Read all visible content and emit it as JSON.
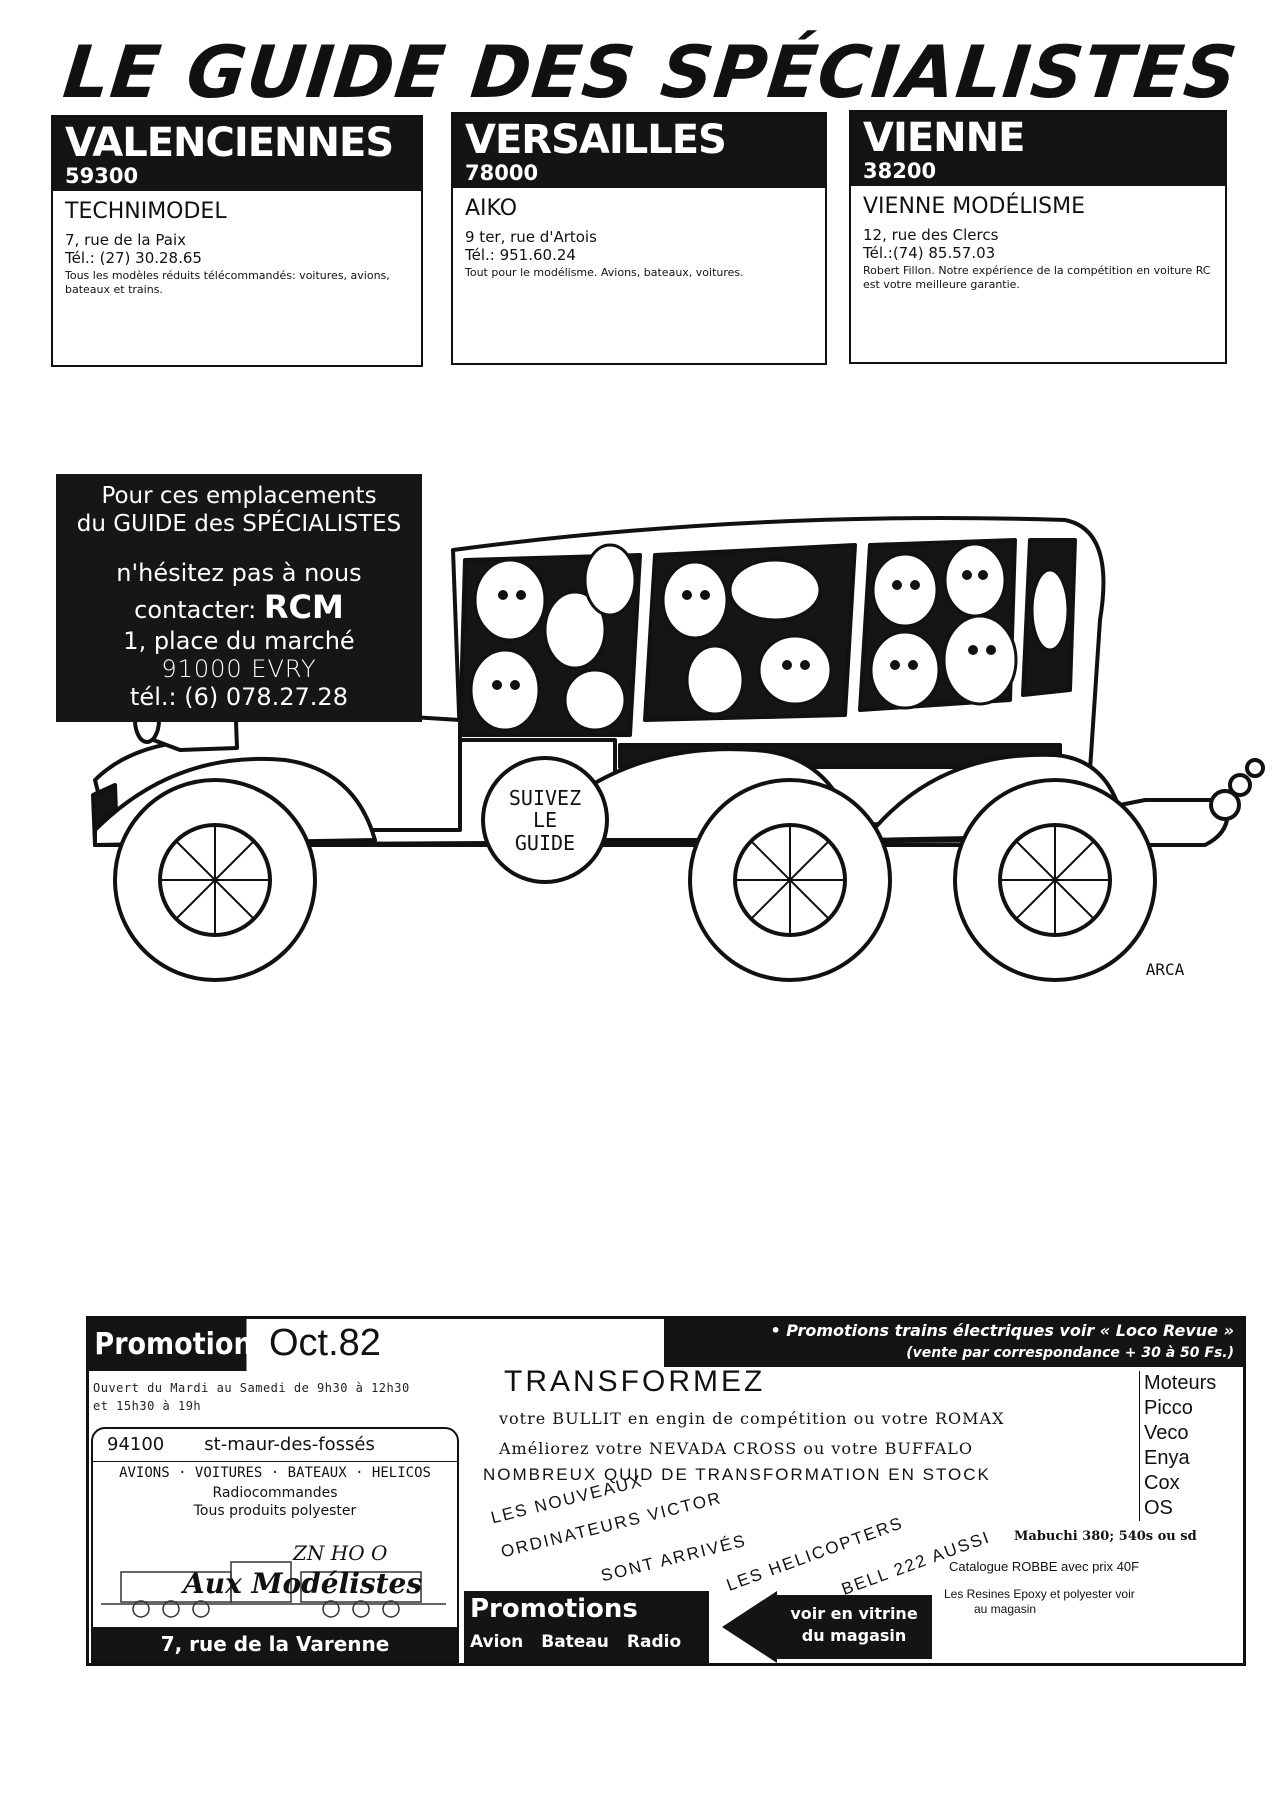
{
  "header": {
    "title": "LE GUIDE DES SPÉCIALISTES"
  },
  "cities": [
    {
      "city": "VALENCIENNES",
      "postcode": "59300",
      "shop": "TECHNIMODEL",
      "address": "7, rue de la Paix",
      "phone": "Tél.: (27) 30.28.65",
      "description": "Tous les modèles réduits télécommandés: voitures, avions, bateaux et trains."
    },
    {
      "city": "VERSAILLES",
      "postcode": "78000",
      "shop": "AIKO",
      "address": "9 ter, rue d'Artois",
      "phone": "Tél.: 951.60.24",
      "description": "Tout pour le modélisme. Avions, bateaux, voitures."
    },
    {
      "city": "VIENNE",
      "postcode": "38200",
      "shop": "VIENNE MODÉLISME",
      "address": "12, rue des Clercs",
      "phone": "Tél.:(74) 85.57.03",
      "description": "Robert Fillon. Notre expérience de la compétition en voiture RC est votre meilleure garantie."
    }
  ],
  "contact": {
    "line1": "Pour ces emplacements",
    "line2": "du GUIDE des SPÉCIALISTES",
    "line3": "n'hésitez pas à nous",
    "line4_prefix": "contacter:",
    "line4_brand": "RCM",
    "line5": "1, place du marché",
    "line6": "91000 EVRY",
    "line7": "tél.: (6) 078.27.28"
  },
  "illustration": {
    "sign_line1": "SUIVEZ",
    "sign_line2": "LE",
    "sign_line3": "GUIDE",
    "signature": "ARCA"
  },
  "promo": {
    "promotions_label": "Promotions",
    "date": "Oct.82",
    "trains_line1": "• Promotions trains électriques voir « Loco Revue »",
    "trains_line2": "(vente par correspondance + 30 à 50 Fs.)",
    "hours_line1": "Ouvert du Mardi au Samedi de 9h30 à 12h30",
    "hours_line2": "et 15h30 à 19h",
    "postcode": "94100",
    "town": "st-maur-des-fossés",
    "categories": "AVIONS · VOITURES · BATEAUX · HELICOS",
    "radio": "Radiocommandes",
    "polyester": "Tous produits polyester",
    "handwritten": "ZN HO O",
    "shop_name": "Aux Modélistes",
    "address": "7, rue de la Varenne",
    "transformez": "TRANSFORMEZ",
    "line_a": "votre BULLIT en engin de compétition ou votre ROMAX",
    "line_b": "Améliorez votre NEVADA CROSS ou votre BUFFALO",
    "line_c": "NOMBREUX QUID DE TRANSFORMATION EN STOCK",
    "diag1": "LES NOUVEAUX",
    "diag2": "ORDINATEURS VICTOR",
    "diag3": "SONT ARRIVÉS",
    "diag4": "LES HELICOPTERS",
    "diag5": "BELL 222 AUSSI",
    "motors": [
      "Moteurs",
      "Picco",
      "Veco",
      "Enya",
      "Cox",
      "OS"
    ],
    "mabuchi": "Mabuchi 380; 540s ou sd",
    "catalogue": "Catalogue ROBBE avec prix 40F",
    "resines1": "Les Resines Epoxy et polyester voir",
    "resines2": "au magasin",
    "promo2_title": "Promotions",
    "promo2_items": [
      "Avion",
      "Bateau",
      "Radio"
    ],
    "vitrine1": "voir en vitrine",
    "vitrine2": "du magasin"
  }
}
